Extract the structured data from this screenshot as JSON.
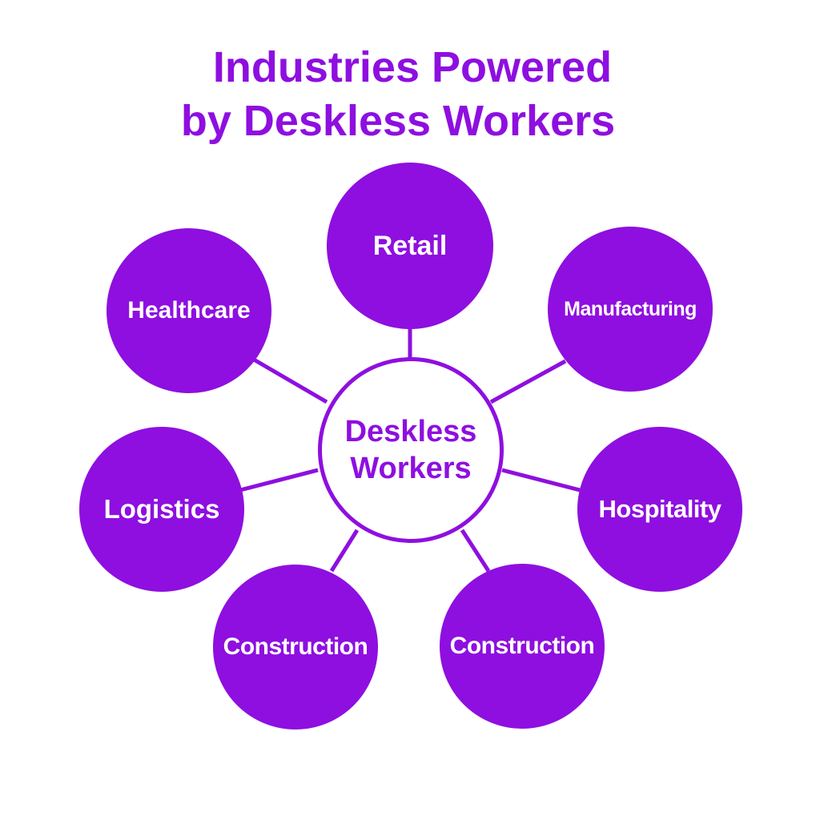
{
  "title": {
    "line1": "Industries Powered",
    "line2": "by Deskless Workers"
  },
  "colors": {
    "accent": "#8E0FE0",
    "text_on_accent": "#FFFFFF",
    "background": "#FFFFFF"
  },
  "center": {
    "label": "Deskless Workers"
  },
  "nodes": [
    {
      "id": "retail",
      "label": "Retail"
    },
    {
      "id": "manufacturing",
      "label": "Manufacturing"
    },
    {
      "id": "hospitality",
      "label": "Hospitality"
    },
    {
      "id": "construction-right",
      "label": "Construction"
    },
    {
      "id": "construction-left",
      "label": "Construction"
    },
    {
      "id": "logistics",
      "label": "Logistics"
    },
    {
      "id": "healthcare",
      "label": "Healthcare"
    }
  ]
}
